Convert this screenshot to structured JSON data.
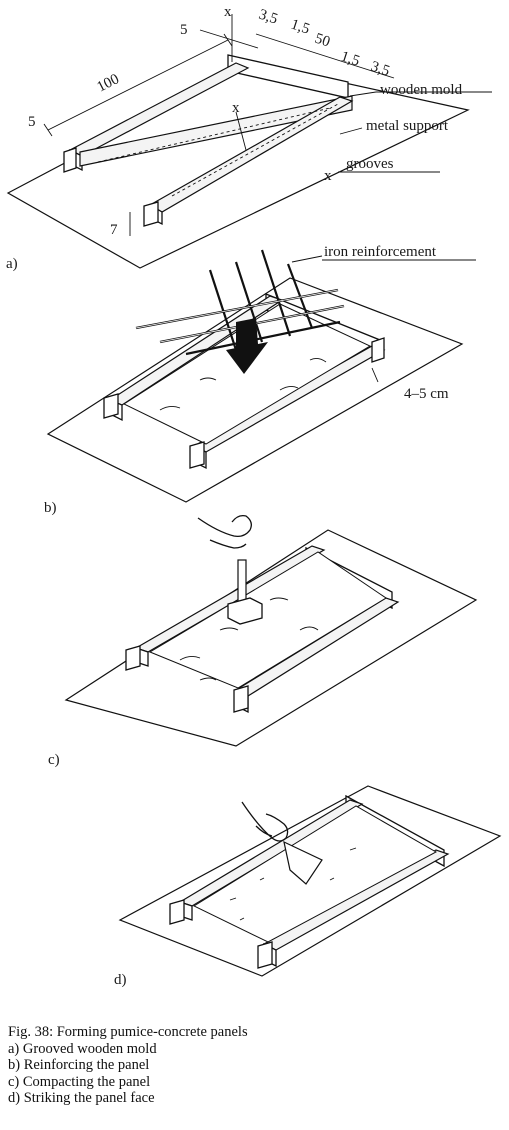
{
  "figure": {
    "caption": {
      "title": "Fig. 38: Forming pumice-concrete panels",
      "items": [
        "a) Grooved wooden mold",
        "b) Reinforcing the panel",
        "c) Compacting the panel",
        "d) Striking the panel face"
      ]
    },
    "panel_a": {
      "sublabel": "a)",
      "dimensions": {
        "length": "100",
        "end_width": "5",
        "left_width": "5",
        "height": "7",
        "d1": "3,5",
        "d2": "1,5",
        "d3": "50",
        "d4": "1,5",
        "d5": "3,5"
      },
      "section_marks": [
        "x",
        "x",
        "x"
      ],
      "labels": {
        "wooden_mold": "wooden mold",
        "metal_support": "metal support",
        "grooves": "grooves"
      }
    },
    "panel_b": {
      "sublabel": "b)",
      "labels": {
        "iron_reinforcement": "iron reinforcement",
        "depth": "4–5 cm"
      }
    },
    "panel_c": {
      "sublabel": "c)"
    },
    "panel_d": {
      "sublabel": "d)"
    }
  }
}
